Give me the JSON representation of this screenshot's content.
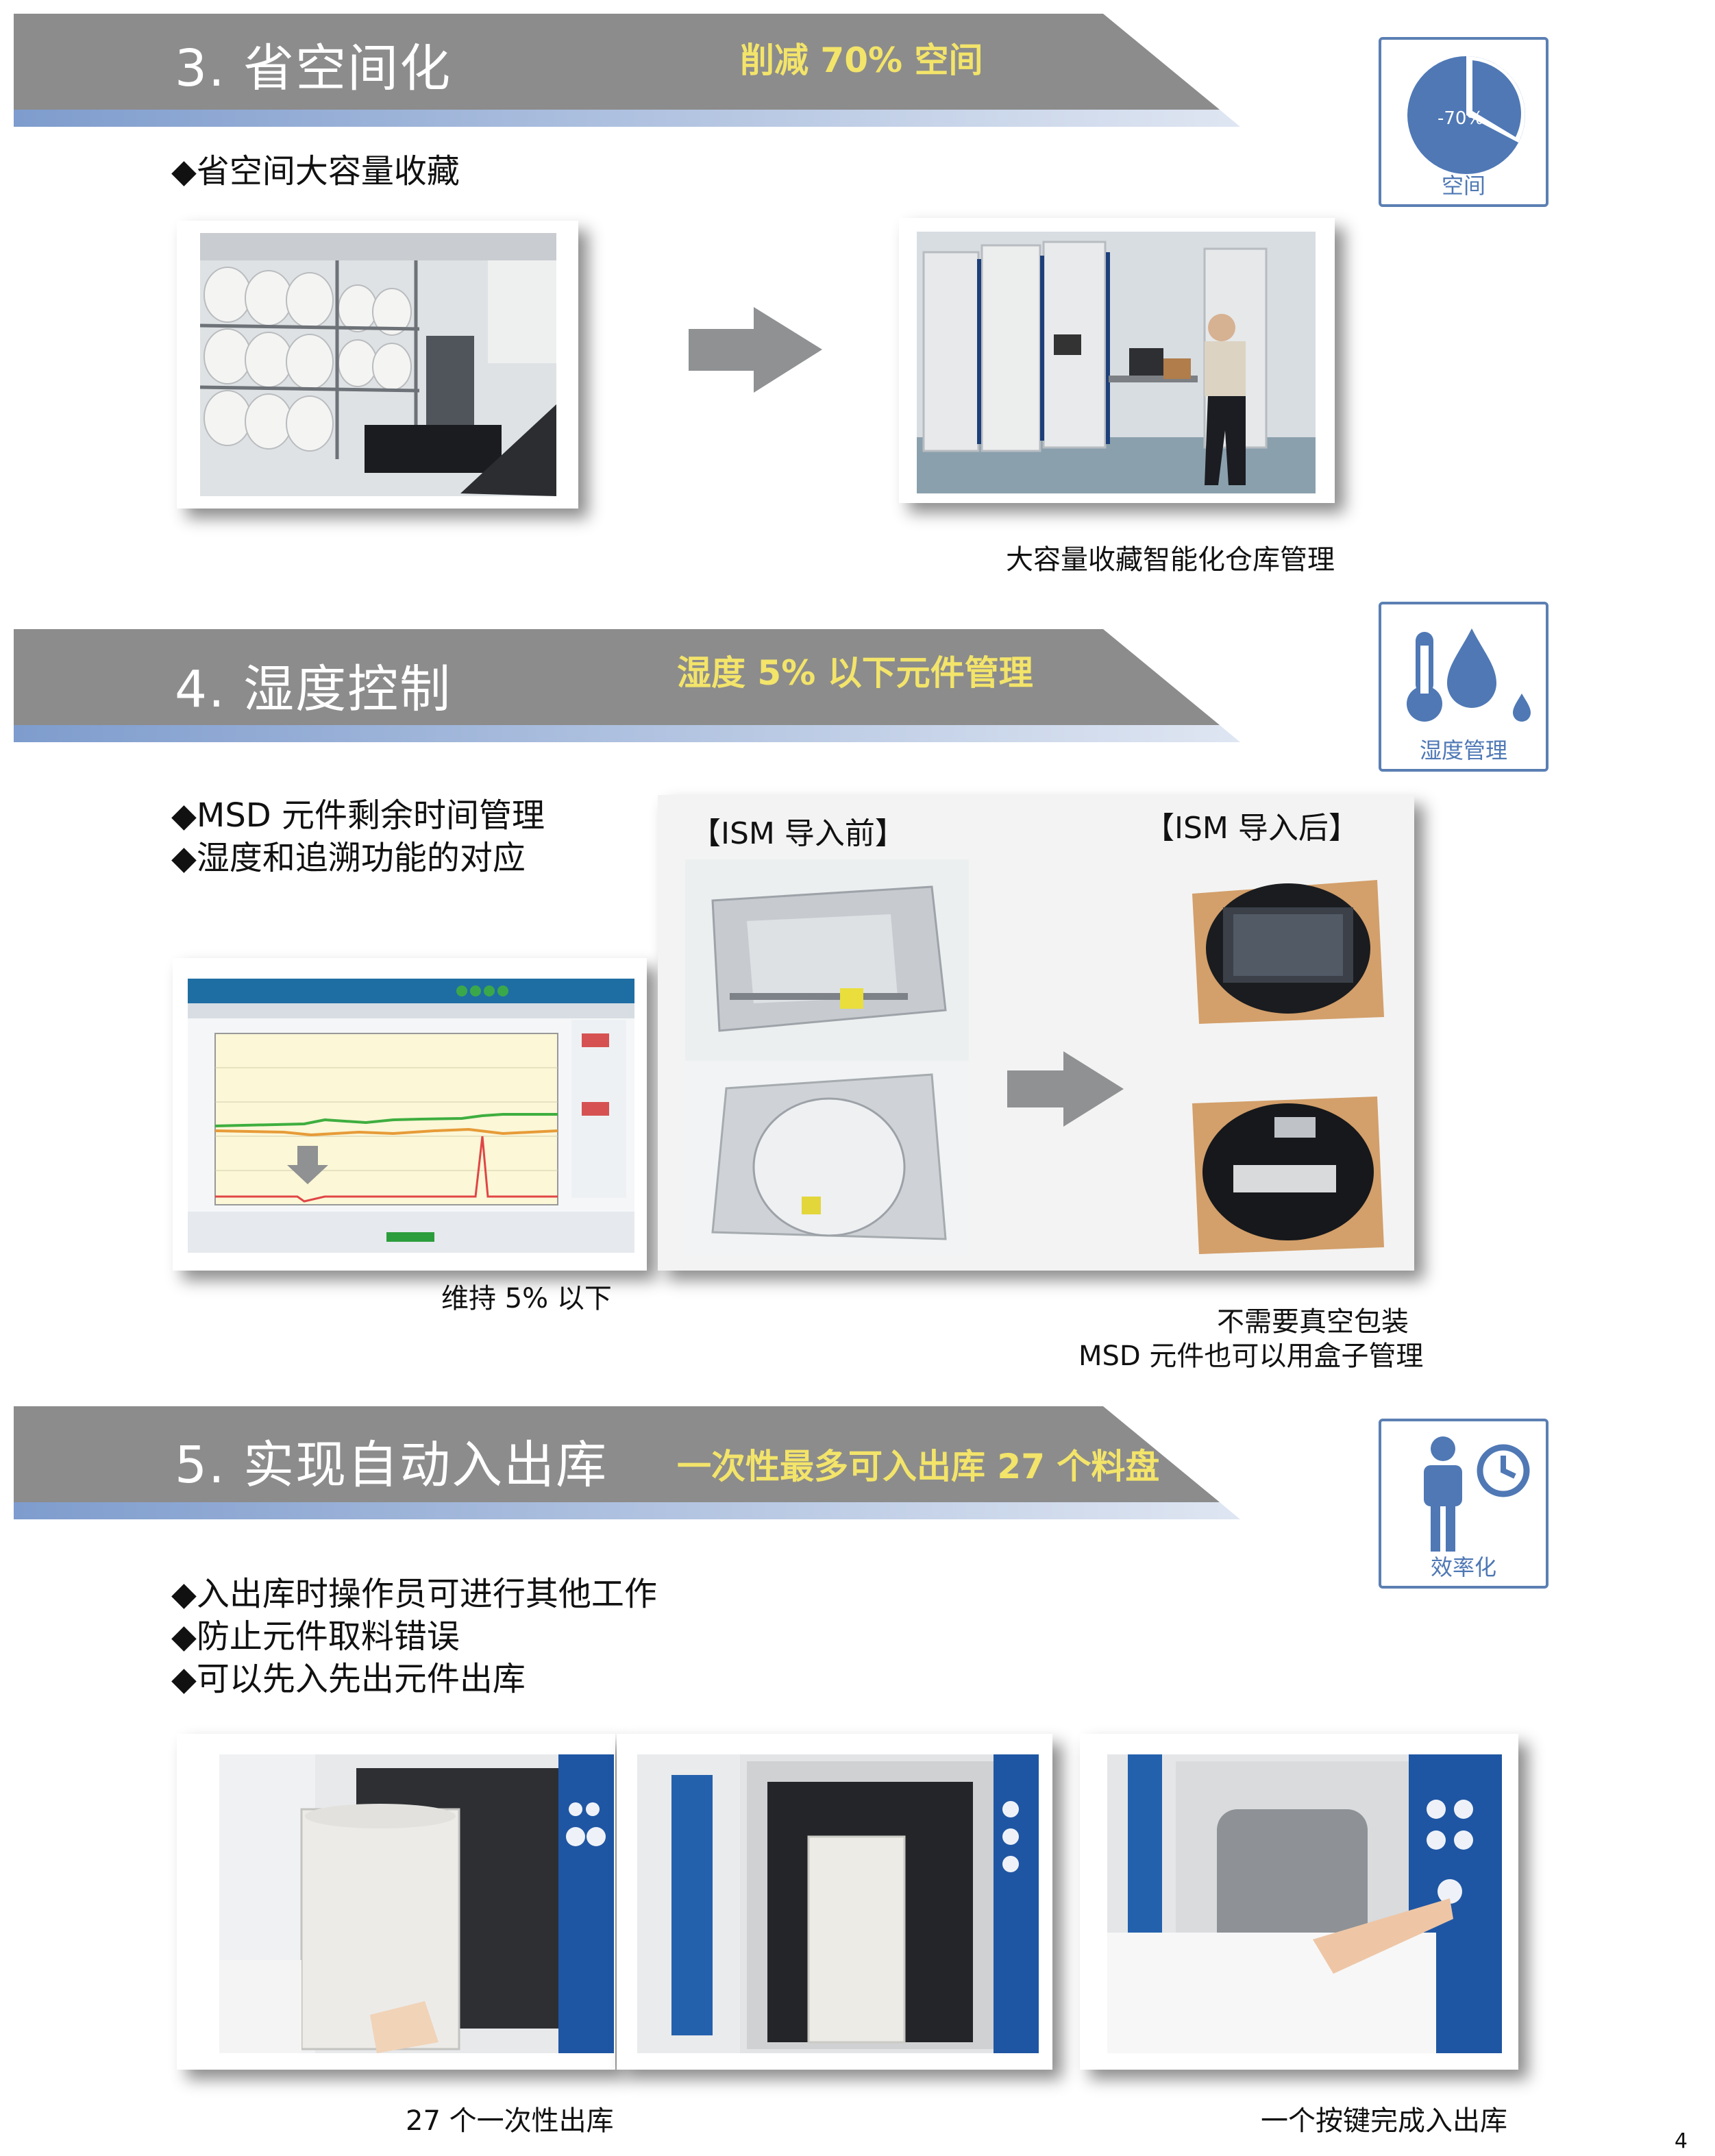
{
  "sections": [
    {
      "number": "3.",
      "title": "省空间化",
      "highlight": "削减 70% 空间",
      "icon": {
        "name": "pie-chart-icon",
        "label": "空间",
        "value_text": "-70%",
        "reduced_fraction": 0.7
      },
      "bullets": [
        "◆省空间大容量收藏"
      ],
      "captions": [
        "大容量收藏智能化仓库管理"
      ]
    },
    {
      "number": "4.",
      "title": "湿度控制",
      "highlight": "湿度 5% 以下元件管理",
      "icon": {
        "name": "humidity-icon",
        "label": "湿度管理"
      },
      "bullets": [
        "◆MSD 元件剩余时间管理",
        "◆湿度和追溯功能的对应"
      ],
      "panel_before": "【ISM 导入前】",
      "panel_after": "【ISM 导入后】",
      "captions": [
        "维持 5% 以下",
        "不需要真空包装",
        "MSD 元件也可以用盒子管理"
      ]
    },
    {
      "number": "5.",
      "title": "实现自动入出库",
      "highlight": "一次性最多可入出库 27 个料盘",
      "icon": {
        "name": "efficiency-icon",
        "label": "效率化"
      },
      "bullets": [
        "◆入出库时操作员可进行其他工作",
        "◆防止元件取料错误",
        "◆可以先入先出元件出库"
      ],
      "captions": [
        "27 个一次性出库",
        "一个按键完成入出库"
      ]
    }
  ],
  "page_number": "4",
  "colors": {
    "banner": "#8c8c8c",
    "banner_stripe": "#8ea6d0",
    "accent": "#4f78b5",
    "highlight": "#f3e46a"
  }
}
